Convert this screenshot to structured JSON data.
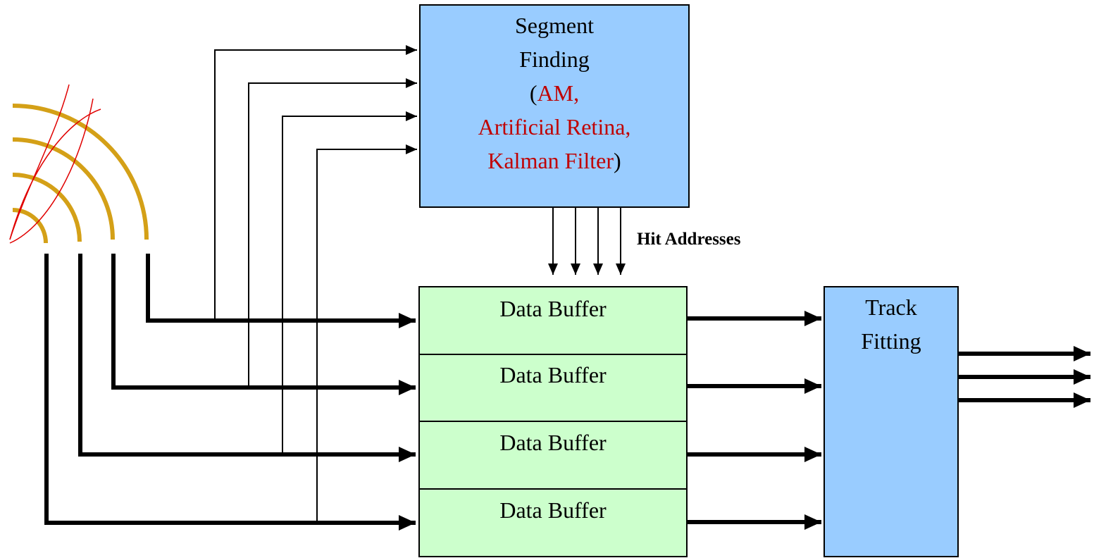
{
  "segment_finding": {
    "line1": "Segment",
    "line2": "Finding",
    "paren_open": "(",
    "method_1": "AM,",
    "method_2": "Artificial Retina,",
    "method_3": "Kalman Filter",
    "paren_close": ")"
  },
  "hit_addresses": "Hit Addresses",
  "data_buffers": [
    "Data Buffer",
    "Data Buffer",
    "Data Buffer",
    "Data Buffer"
  ],
  "track_fitting": {
    "line1": "Track",
    "line2": "Fitting"
  },
  "colors": {
    "segment_box": "#99ccff",
    "buffer_box": "#ccffcc",
    "track_box": "#99ccff",
    "detector_layer": "#d4a017",
    "track_curve": "#e00000",
    "method_text": "#c00000"
  }
}
